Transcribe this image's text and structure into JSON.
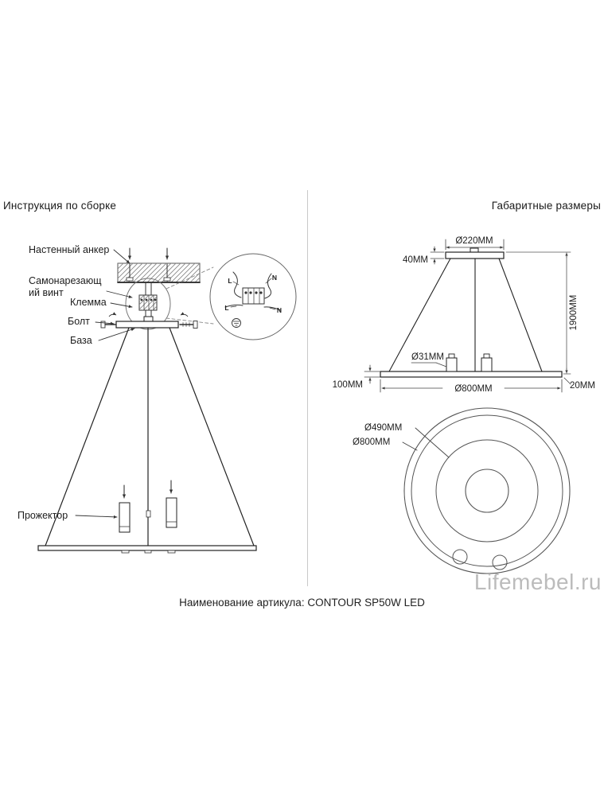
{
  "page": {
    "left_header": "Инструкция по сборке",
    "right_header": "Габаритные размеры",
    "caption": "Наименование артикула: CONTOUR SP50W LED",
    "watermark": "Lifemebel.ru"
  },
  "assembly": {
    "labels": {
      "anchor": "Настенный анкер",
      "screw_line1": "Самонарезающ",
      "screw_line2": "ий винт",
      "terminal": "Клемма",
      "bolt": "Болт",
      "base": "База",
      "spotlight": "Прожектор"
    },
    "wiring": {
      "l_top": "L",
      "n_top": "N",
      "l_mid": "L",
      "n_mid": "N"
    }
  },
  "dimensions": {
    "front": {
      "canopy_diameter": "Ø220MM",
      "canopy_height": "40MM",
      "suspension_height": "1900MM",
      "spot_diameter": "Ø31MM",
      "ring_height": "100MM",
      "ring_diameter": "Ø800MM",
      "ring_thickness": "20MM"
    },
    "top": {
      "inner_diameter": "Ø490MM",
      "outer_diameter": "Ø800MM"
    }
  }
}
